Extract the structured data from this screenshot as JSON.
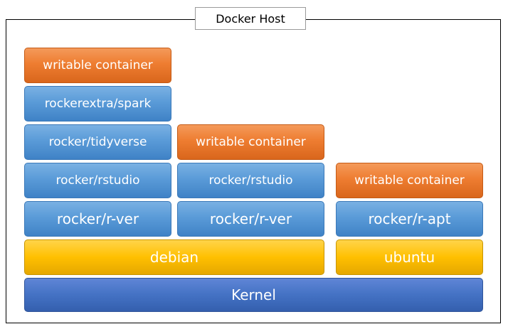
{
  "host": {
    "label": "Docker Host"
  },
  "stacks": {
    "left": {
      "writable": "writable container",
      "spark": "rockerextra/spark",
      "tidyverse": "rocker/tidyverse",
      "rstudio": "rocker/rstudio",
      "rver": "rocker/r-ver"
    },
    "middle": {
      "writable": "writable container",
      "rstudio": "rocker/rstudio",
      "rver": "rocker/r-ver"
    },
    "right": {
      "writable": "writable container",
      "rapt": "rocker/r-apt"
    }
  },
  "bases": {
    "debian": "debian",
    "ubuntu": "ubuntu"
  },
  "kernel": {
    "label": "Kernel"
  },
  "colors": {
    "container": "#ee7d31",
    "image": "#5a9bd8",
    "os": "#ffc000",
    "kernel": "#4472c4"
  }
}
